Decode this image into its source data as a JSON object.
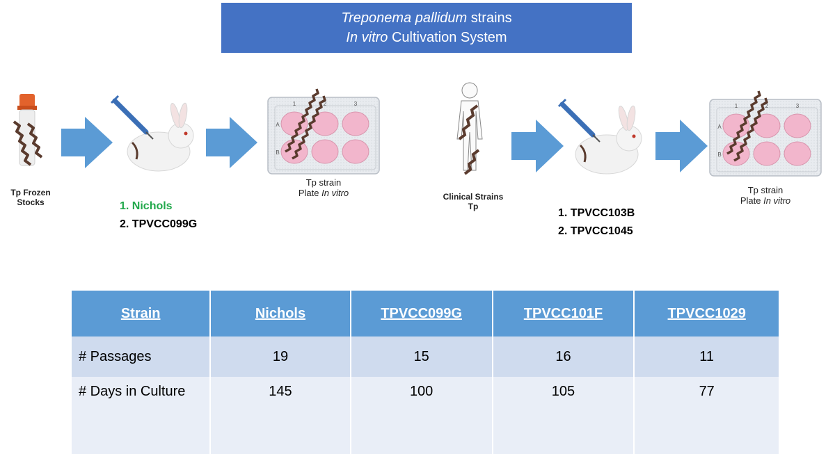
{
  "title": {
    "line1_italic": "Treponema pallidum",
    "line1_rest": " strains",
    "line2_italic": "In vitro",
    "line2_rest": " Cultivation  System"
  },
  "left_workflow": {
    "stock_label_line1": "Tp  Frozen",
    "stock_label_line2": "Stocks",
    "strains": [
      "1.  Nichols",
      "2.  TPVCC099G"
    ],
    "highlight_color": "#21a84b",
    "plate_label_line1": "Tp strain",
    "plate_label_line2_prefix": "Plate ",
    "plate_label_line2_italic": "In vitro"
  },
  "right_workflow": {
    "clinical_label_line1": "Clinical Strains",
    "clinical_label_line2": "Tp",
    "strains": [
      "1.  TPVCC103B",
      "2.  TPVCC1045"
    ],
    "plate_label_line1": "Tp strain",
    "plate_label_line2_prefix": "Plate ",
    "plate_label_line2_italic": "In vitro"
  },
  "plate_wells": {
    "columns": [
      "1",
      "2",
      "3"
    ],
    "rows": [
      "A",
      "B"
    ]
  },
  "table": {
    "headers": [
      "Strain",
      "Nichols",
      "TPVCC099G",
      "TPVCC101F",
      "TPVCC1029"
    ],
    "rows": [
      [
        "# Passages",
        "19",
        "15",
        "16",
        "11"
      ],
      [
        "# Days in Culture",
        "145",
        "100",
        "105",
        "77"
      ]
    ]
  },
  "colors": {
    "title_bg": "#4472c4",
    "arrow": "#5b9bd5",
    "table_header": "#5b9bd5",
    "well_pink": "#f2b6cc",
    "spirochete": "#5a3b2e"
  }
}
